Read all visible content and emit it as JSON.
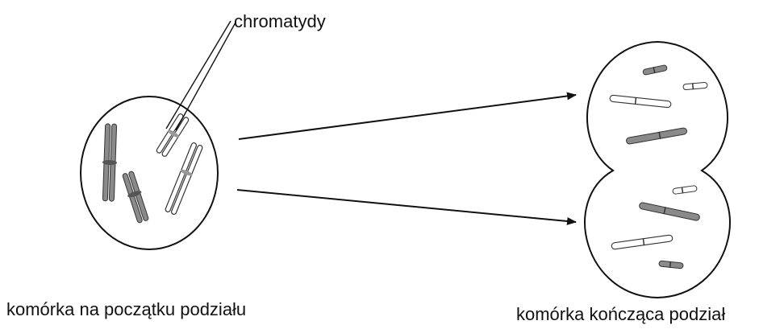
{
  "labels": {
    "pointer": "chromatydy",
    "start_cell": "komórka na początku podziału",
    "end_cell": "komórka kończąca podział"
  },
  "colors": {
    "line": "#111111",
    "dark_chromosome": "#8a8a8a",
    "light_chromosome": "#ffffff"
  }
}
